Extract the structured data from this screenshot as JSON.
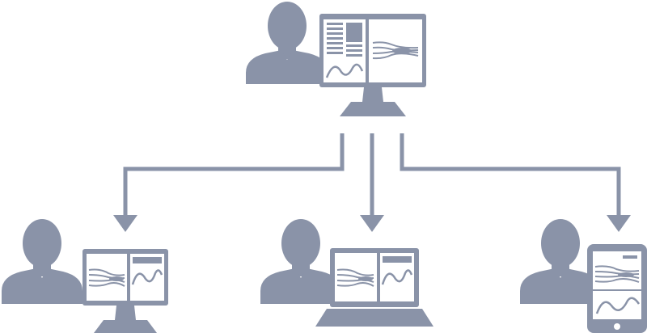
{
  "diagram": {
    "colors": {
      "fill": "#8a93a8",
      "screen": "#ffffff",
      "background": "#ffffff"
    },
    "presenter": {
      "person": "person-icon",
      "device": "desktop-monitor-icon",
      "screen_content": [
        "text-panel",
        "image-panel",
        "flow-lines-graphic",
        "wave-chart"
      ]
    },
    "connections": [
      {
        "from": "presenter",
        "to": "viewer-desktop"
      },
      {
        "from": "presenter",
        "to": "viewer-laptop"
      },
      {
        "from": "presenter",
        "to": "viewer-tablet"
      }
    ],
    "viewers": [
      {
        "id": "viewer-desktop",
        "person": "person-icon",
        "device": "desktop-monitor-icon"
      },
      {
        "id": "viewer-laptop",
        "person": "person-icon",
        "device": "laptop-icon"
      },
      {
        "id": "viewer-tablet",
        "person": "person-icon",
        "device": "tablet-icon"
      }
    ]
  }
}
